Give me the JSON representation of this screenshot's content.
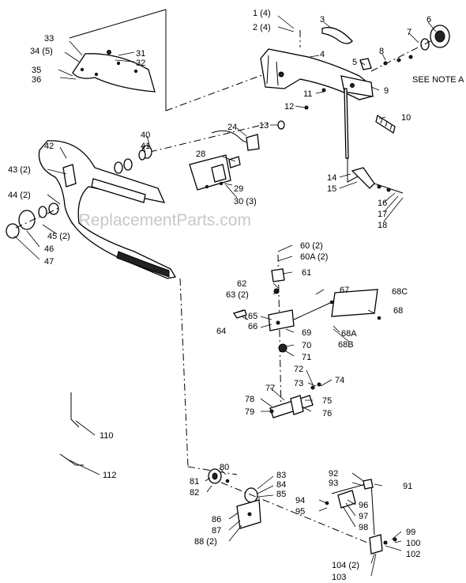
{
  "watermark": "eReplacementParts.com",
  "labels": {
    "l1": "1 (4)",
    "l2": "2 (4)",
    "l3": "3",
    "l4": "4",
    "l5": "5",
    "l6": "6",
    "l7": "7",
    "l8": "8",
    "l9": "9",
    "l10": "10",
    "l11": "11",
    "l12": "12",
    "l13": "13",
    "l14": "14",
    "l15": "15",
    "l16": "16",
    "l17": "17",
    "l18": "18",
    "l24": "24",
    "l28": "28",
    "l29": "29",
    "l30": "30 (3)",
    "l31": "31",
    "l32": "32",
    "l33": "33",
    "l34": "34 (5)",
    "l35": "35",
    "l36": "36",
    "l40": "40",
    "l41": "41",
    "l42": "42",
    "l43": "43 (2)",
    "l44": "44 (2)",
    "l45": "45 (2)",
    "l46": "46",
    "l47": "47",
    "l60": "60 (2)",
    "l60a": "60A (2)",
    "l61": "61",
    "l62": "62",
    "l63": "63 (2)",
    "l64": "64",
    "l65": "65",
    "l66": "66",
    "l67": "67",
    "l68": "68",
    "l68a": "68A",
    "l68b": "68B",
    "l68c": "68C",
    "l69": "69",
    "l70": "70",
    "l71": "71",
    "l72": "72",
    "l73": "73",
    "l74": "74",
    "l75": "75",
    "l76": "76",
    "l77": "77",
    "l78": "78",
    "l79": "79",
    "l80": "80",
    "l81": "81",
    "l82": "82",
    "l83": "83",
    "l84": "84",
    "l85": "85",
    "l86": "86",
    "l87": "87",
    "l88": "88 (2)",
    "l91": "91",
    "l92": "92",
    "l93": "93",
    "l94": "94",
    "l95": "95",
    "l96": "96",
    "l97": "97",
    "l98": "98",
    "l99": "99",
    "l100": "100",
    "l102": "102",
    "l103": "103",
    "l104": "104 (2)",
    "l110": "110",
    "l112": "112",
    "notea": "SEE NOTE A"
  }
}
